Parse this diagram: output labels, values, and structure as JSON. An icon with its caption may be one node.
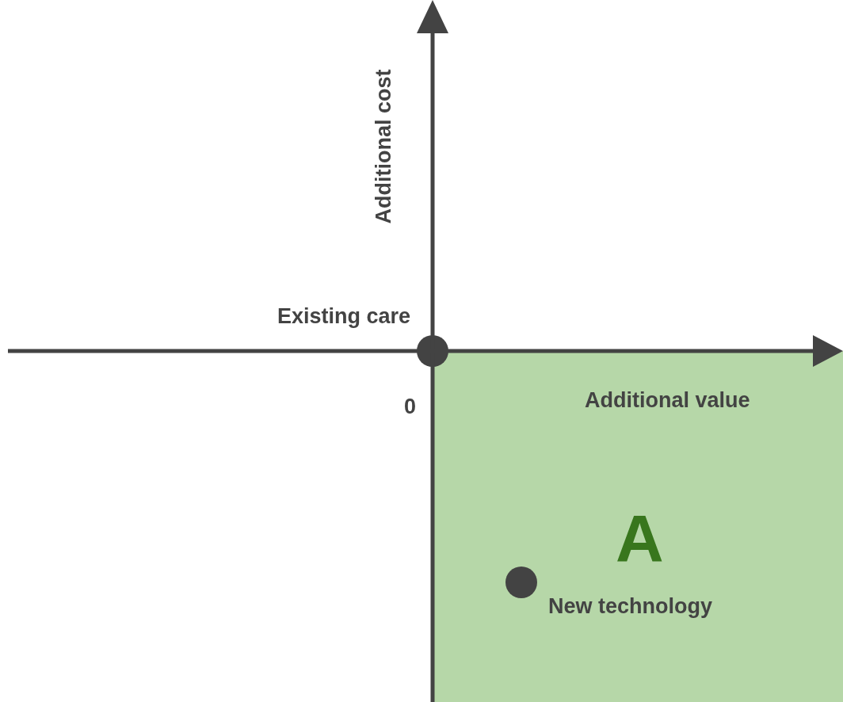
{
  "diagram": {
    "nodes": [
      {
        "text": [
          "A"
        ]
      },
      {
        "text": [],
        "shape": "circle",
        "beside": [
          "Existing care"
        ]
      },
      {
        "text": [],
        "shape": "circle",
        "in": 0,
        "beside": [
          "New technology"
        ]
      }
    ],
    "labels": [
      "Additional cost",
      "0",
      "Additional value"
    ]
  }
}
